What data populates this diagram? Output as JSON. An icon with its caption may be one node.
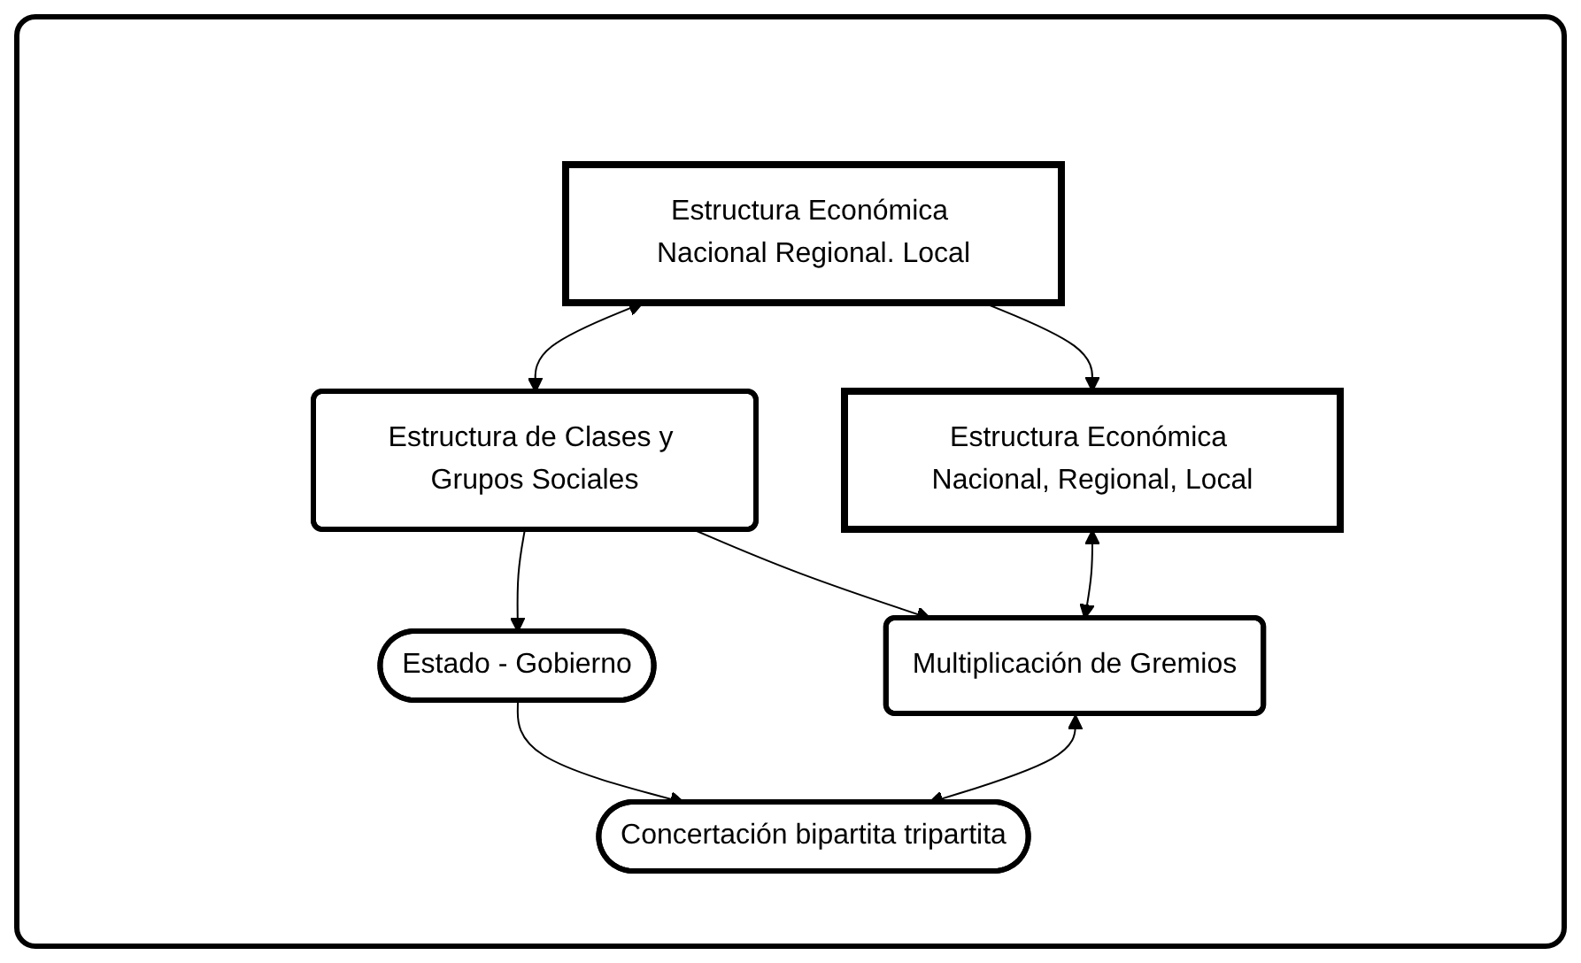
{
  "diagram": {
    "nodes": [
      {
        "text": [
          "Estructura Económica Nacional Regional. Local"
        ]
      },
      {
        "text": [
          "Estructura Económica Nacional, Regional, Local"
        ]
      },
      {
        "text": [
          "Estructura de Clases y Grupos Sociales"
        ]
      },
      {
        "text": [
          "Multiplicación de Gremios"
        ]
      },
      {
        "text": [
          "Estado - Gobierno"
        ]
      },
      {
        "text": [
          "Concertación bipartita tripartita"
        ]
      }
    ],
    "edges": [
      {
        "from": 0,
        "to": 1,
        "arrow": "to"
      },
      {
        "from": 0,
        "to": 2,
        "arrow": "both"
      },
      {
        "from": 2,
        "to": 3,
        "arrow": "to"
      },
      {
        "from": 2,
        "to": 4,
        "arrow": "to"
      },
      {
        "from": 4,
        "to": 5,
        "arrow": "to"
      },
      {
        "from": 1,
        "to": 3,
        "arrow": "both"
      },
      {
        "from": 3,
        "to": 5,
        "arrow": "both"
      }
    ]
  }
}
